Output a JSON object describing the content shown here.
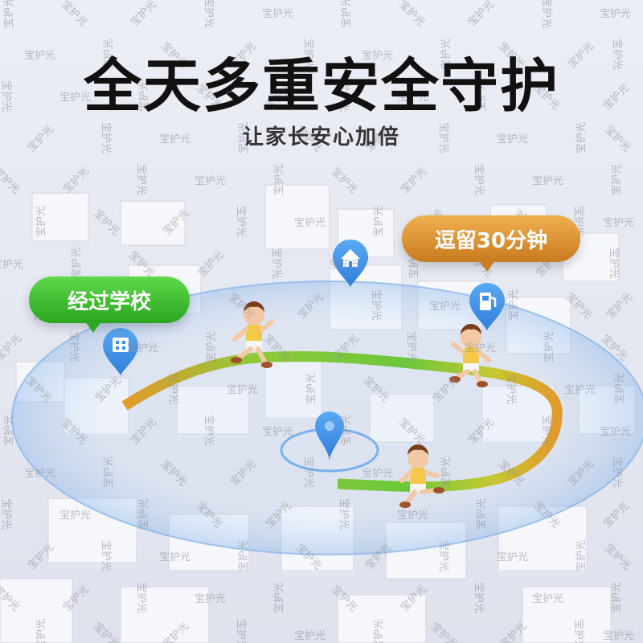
{
  "headline": "全天多重安全守护",
  "subtitle": "让家长安心加倍",
  "labels": {
    "school": "经过学校",
    "stay": "逗留30分钟"
  },
  "watermark": "宝护光",
  "colors": {
    "route_green": "#6bc83a",
    "route_orange": "#e29a2b",
    "pin_blue": "#3a8fe8",
    "label_green": "#2aa51f",
    "label_orange": "#c87a1e"
  },
  "icons": {
    "start_pin": "building-pin-icon",
    "school_pin": "school-pin-icon",
    "fuel_pin": "gas-station-pin-icon",
    "location_pin": "location-pin-icon"
  }
}
